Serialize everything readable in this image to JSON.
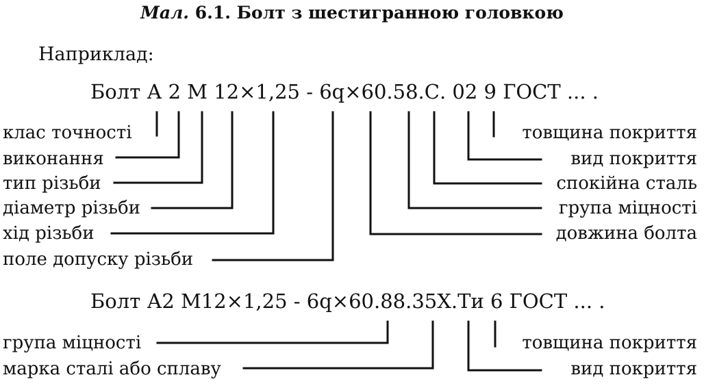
{
  "caption": {
    "prefix": "Мал.",
    "number": "6.1.",
    "text": "Болт з шестигранною головкою"
  },
  "intro": "Наприклад:",
  "example1": {
    "code": "Болт А 2 М 12×1,25 - 6q×60.58.С. 02 9 ГОСТ ... .",
    "left_labels": [
      "клас точності",
      "виконання",
      "тип різьби",
      "діаметр різьби",
      "хід різьби",
      "поле допуску різьби"
    ],
    "right_labels": [
      "товщина покриття",
      "вид покриття",
      "спокійна сталь",
      "група міцності",
      "довжина болта"
    ]
  },
  "example2": {
    "code": "Болт А2 М12×1,25 - 6q×60.88.35Х.Ти 6 ГОСТ ... .",
    "left_labels": [
      "група міцності",
      "марка сталі або сплаву"
    ],
    "right_labels": [
      "товщина покриття",
      "вид покриття"
    ]
  }
}
